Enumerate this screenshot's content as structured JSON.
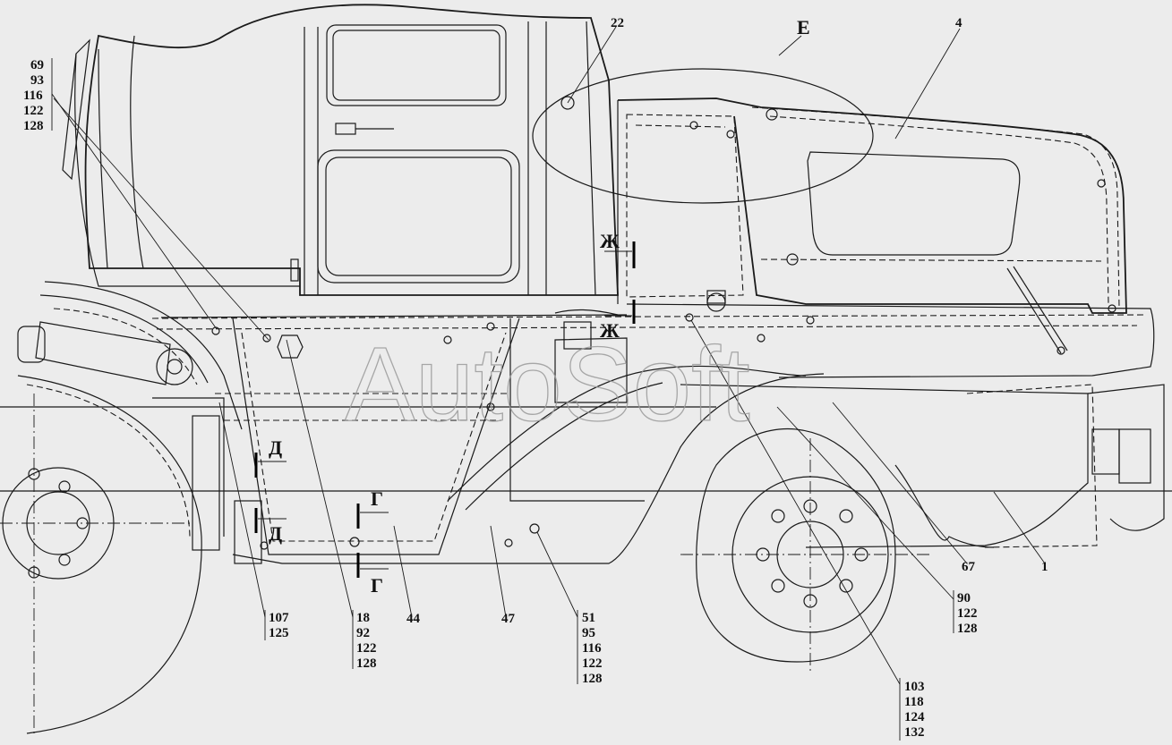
{
  "watermark": "AutoSoft",
  "callouts": {
    "c22": "22",
    "cE": "E",
    "c4": "4",
    "c1": "1",
    "c67": "67",
    "c44": "44",
    "c47": "47"
  },
  "section_marks": {
    "zh_top": "Ж",
    "zh_bottom": "Ж",
    "d_upper": "Д",
    "d_lower": "Д",
    "g_upper": "Г",
    "g_lower": "Г"
  },
  "callout_stacks": {
    "left_top": [
      "69",
      "93",
      "116",
      "122",
      "128"
    ],
    "s107": [
      "107",
      "125"
    ],
    "s18": [
      "18",
      "92",
      "122",
      "128"
    ],
    "s51": [
      "51",
      "95",
      "116",
      "122",
      "128"
    ],
    "s90": [
      "90",
      "122",
      "128"
    ],
    "s103": [
      "103",
      "118",
      "124",
      "132"
    ]
  }
}
